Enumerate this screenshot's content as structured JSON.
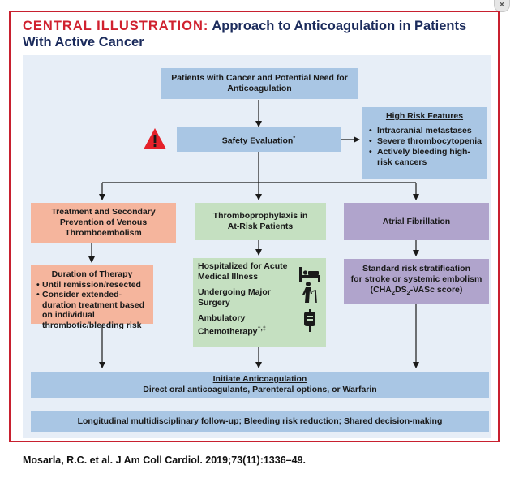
{
  "title": {
    "lead": "CENTRAL ILLUSTRATION:",
    "text": "Approach to Anticoagulation in Patients With Active Cancer"
  },
  "close": {
    "glyph": "×"
  },
  "top_box": "Patients with Cancer and Potential Need for Anticoagulation",
  "safety": {
    "label": "Safety Evaluation",
    "mark": "*"
  },
  "warning": {
    "glyph": "!"
  },
  "high_risk": {
    "title": "High Risk Features",
    "items": [
      "Intracranial metastases",
      "Severe thrombocytopenia",
      "Actively bleeding high-risk cancers"
    ]
  },
  "columns": {
    "vte": "Treatment and Secondary Prevention of  Venous Thromboembolism",
    "thrombo": "Thromboprophylaxis in At-Risk Patients",
    "af": "Atrial Fibrillation"
  },
  "duration": {
    "title": "Duration of Therapy",
    "items": [
      "Until remission/resected",
      "Consider extended-duration treatment based on individual thrombotic/bleeding risk"
    ]
  },
  "at_risk": {
    "items": [
      {
        "label": "Hospitalized for Acute Medical Illness",
        "icon": "hospital-bed-icon"
      },
      {
        "label": "Undergoing Major Surgery",
        "icon": "elderly-person-cane-icon"
      },
      {
        "label": "Ambulatory Chemotherapy",
        "mark": "†,‡",
        "icon": "iv-bag-icon"
      }
    ]
  },
  "stratification": {
    "line1": "Standard risk stratification",
    "line2": "for stroke or systemic embolism",
    "score_open": "(CHA",
    "sub1": "2",
    "score_mid": "DS",
    "sub2": "2",
    "score_close": "-VASc score)"
  },
  "initiate": {
    "title": "Initiate Anticoagulation",
    "text": "Direct oral anticoagulants, Parenteral options, or Warfarin"
  },
  "followup": "Longitudinal multidisciplinary follow-up; Bleeding risk reduction; Shared decision-making",
  "citation": "Mosarla, R.C. et al. J Am Coll Cardiol. 2019;73(11):1336–49.",
  "colors": {
    "frame": "#c8202f",
    "title_lead": "#d0212f",
    "title_text": "#1b2b5c",
    "panel": "#e7eef7",
    "blue": "#a9c6e4",
    "salmon": "#f5b59d",
    "green": "#c5e0c1",
    "purple": "#b0a4cc",
    "warning": "#e5212a"
  }
}
